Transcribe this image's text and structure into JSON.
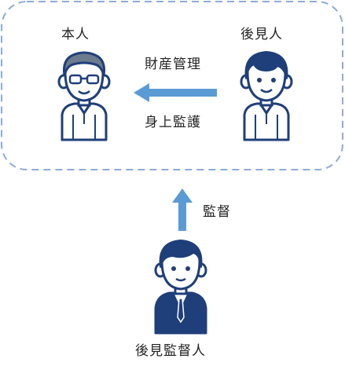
{
  "labels": {
    "principal": "本人",
    "guardian": "後見人",
    "property_management": "財産管理",
    "personal_custody": "身上監護",
    "supervision": "監督",
    "supervisor": "後見監督人"
  },
  "colors": {
    "accent": "#5b9bd5",
    "dashed_border": "#8eaadb",
    "navy": "#1f3f7a",
    "hair_gray": "#6d7b8f",
    "skin": "#ffffff"
  }
}
